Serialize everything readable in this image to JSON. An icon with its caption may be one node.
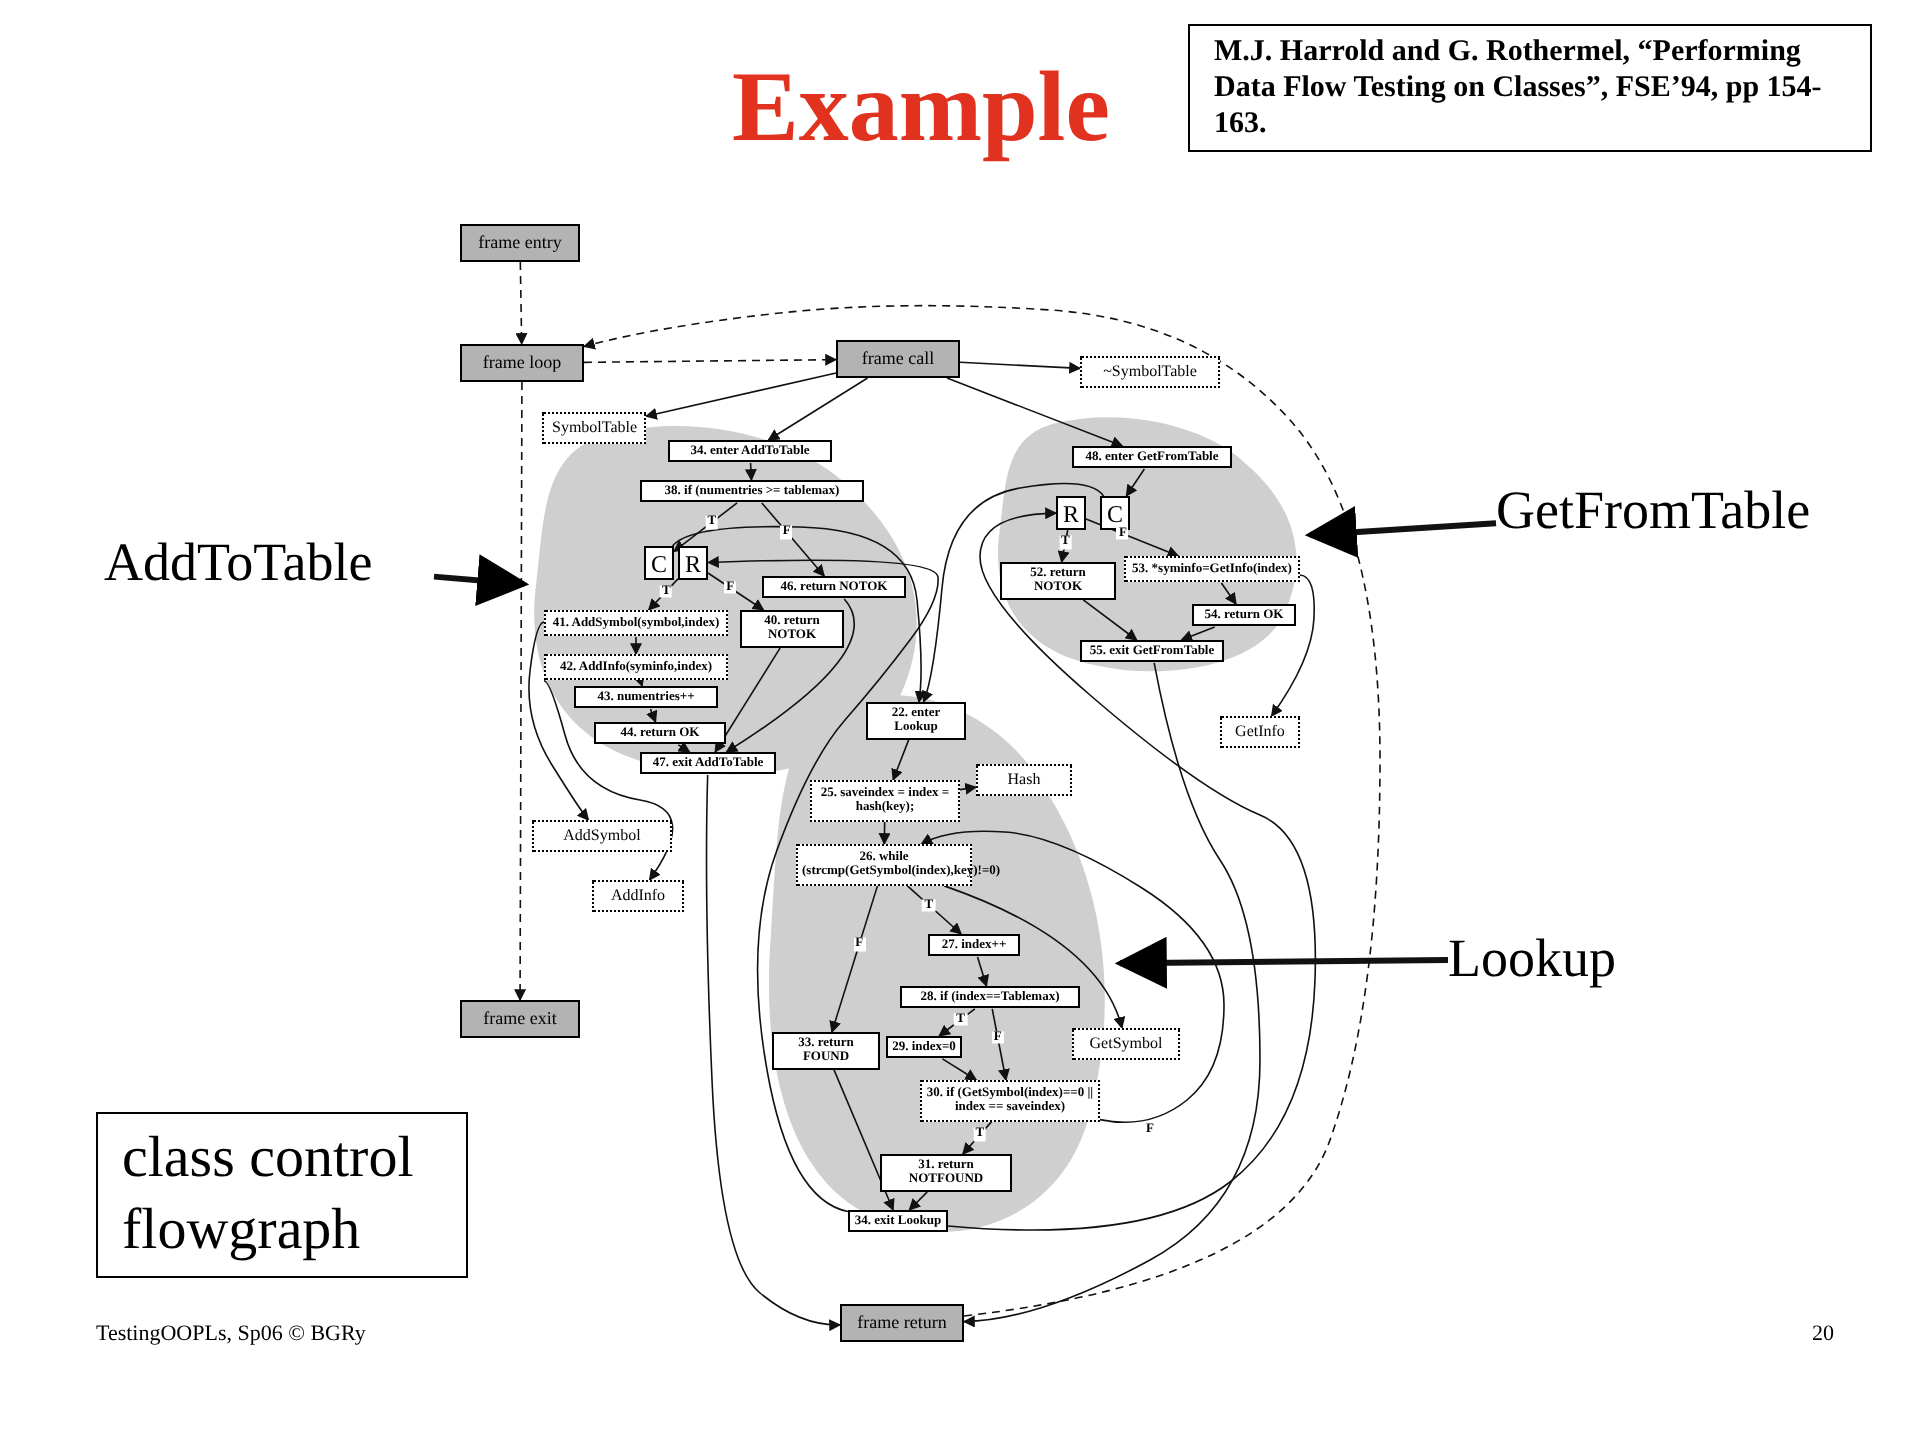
{
  "diagram": {
    "title": "Example",
    "nodes": [
      {
        "text": [
          "M.J. Harrold and G. Rothermel, “Performing Data Flow Testing on Classes”, FSE’94, pp 154-163."
        ]
      },
      {
        "text": [
          "class control flowgraph"
        ]
      },
      {
        "text": [
          "AddToTable"
        ]
      },
      {
        "text": [
          "GetFromTable"
        ]
      },
      {
        "text": [
          "Lookup"
        ]
      },
      {
        "text": [],
        "shape": "cloud"
      },
      {
        "text": [],
        "shape": "cloud"
      },
      {
        "text": [],
        "shape": "cloud"
      },
      {
        "text": [
          "frame entry"
        ]
      },
      {
        "text": [
          "frame loop"
        ]
      },
      {
        "text": [
          "frame call"
        ]
      },
      {
        "text": [
          "~SymbolTable"
        ]
      },
      {
        "text": [
          "SymbolTable"
        ]
      },
      {
        "text": [
          "34. enter AddToTable"
        ],
        "in": 5
      },
      {
        "text": [
          "38. if (numentries >= tablemax)"
        ],
        "in": 5
      },
      {
        "text": [
          "C"
        ],
        "in": 5
      },
      {
        "text": [
          "R"
        ],
        "in": 5
      },
      {
        "text": [
          "46. return NOTOK"
        ],
        "in": 5
      },
      {
        "text": [
          "41. AddSymbol(symbol,index)"
        ],
        "in": 5
      },
      {
        "text": [
          "40. return NOTOK"
        ],
        "in": 5
      },
      {
        "text": [
          "42. AddInfo(syminfo,index)"
        ],
        "in": 5
      },
      {
        "text": [
          "43. numentries++"
        ],
        "in": 5
      },
      {
        "text": [
          "44. return OK"
        ],
        "in": 5
      },
      {
        "text": [
          "47. exit AddToTable"
        ],
        "in": 5
      },
      {
        "text": [
          "AddSymbol"
        ]
      },
      {
        "text": [
          "AddInfo"
        ]
      },
      {
        "text": [
          "48. enter GetFromTable"
        ],
        "in": 6
      },
      {
        "text": [
          "R"
        ],
        "in": 6
      },
      {
        "text": [
          "C"
        ],
        "in": 6
      },
      {
        "text": [
          "52. return NOTOK"
        ],
        "in": 6
      },
      {
        "text": [
          "53. *syminfo=GetInfo(index)"
        ],
        "in": 6
      },
      {
        "text": [
          "54. return OK"
        ],
        "in": 6
      },
      {
        "text": [
          "55. exit GetFromTable"
        ],
        "in": 6
      },
      {
        "text": [
          "GetInfo"
        ]
      },
      {
        "text": [
          "22. enter Lookup"
        ],
        "in": 7
      },
      {
        "text": [
          "25. saveindex = index = hash(key);"
        ],
        "in": 7
      },
      {
        "text": [
          "Hash"
        ],
        "in": 7
      },
      {
        "text": [
          "26. while (strcmp(GetSymbol(index),key)!=0)"
        ],
        "in": 7
      },
      {
        "text": [
          "27. index++"
        ],
        "in": 7
      },
      {
        "text": [
          "28. if (index==Tablemax)"
        ],
        "in": 7
      },
      {
        "text": [
          "29. index=0"
        ],
        "in": 7
      },
      {
        "text": [
          "33. return FOUND"
        ],
        "in": 7
      },
      {
        "text": [
          "30. if (GetSymbol(index)==0 || index == saveindex)"
        ],
        "in": 7
      },
      {
        "text": [
          "31. return NOTFOUND"
        ],
        "in": 7
      },
      {
        "text": [
          "34. exit Lookup"
        ],
        "in": 7
      },
      {
        "text": [
          "GetSymbol"
        ]
      },
      {
        "text": [
          "frame exit"
        ]
      },
      {
        "text": [
          "frame return"
        ]
      }
    ],
    "edges": [
      {
        "from": 8,
        "to": 9,
        "arrow": "to",
        "style": "dashed"
      },
      {
        "from": 9,
        "to": 10,
        "arrow": "to",
        "style": "dashed"
      },
      {
        "from": 47,
        "to": 9,
        "arrow": "to",
        "style": "dashed"
      },
      {
        "from": 9,
        "to": 46,
        "arrow": "to",
        "style": "dashed"
      },
      {
        "from": 10,
        "to": 11,
        "arrow": "to"
      },
      {
        "from": 10,
        "to": 12,
        "arrow": "to"
      },
      {
        "from": 10,
        "to": 13,
        "arrow": "to"
      },
      {
        "from": 10,
        "to": 26,
        "arrow": "to"
      },
      {
        "from": 13,
        "to": 14,
        "arrow": "to"
      },
      {
        "from": 14,
        "to": 15,
        "arrow": "to",
        "label": "T"
      },
      {
        "from": 14,
        "to": 17,
        "arrow": "to",
        "label": "F"
      },
      {
        "from": 15,
        "to": 34,
        "arrow": "to"
      },
      {
        "from": 44,
        "to": 16,
        "arrow": "to"
      },
      {
        "from": 16,
        "to": 18,
        "arrow": "to",
        "label": "T"
      },
      {
        "from": 16,
        "to": 19,
        "arrow": "to",
        "label": "F"
      },
      {
        "from": 18,
        "to": 20,
        "arrow": "to"
      },
      {
        "from": 20,
        "to": 21,
        "arrow": "to"
      },
      {
        "from": 21,
        "to": 22,
        "arrow": "to"
      },
      {
        "from": 22,
        "to": 23,
        "arrow": "to"
      },
      {
        "from": 19,
        "to": 23,
        "arrow": "to"
      },
      {
        "from": 17,
        "to": 23,
        "arrow": "to"
      },
      {
        "from": 18,
        "to": 24,
        "arrow": "to"
      },
      {
        "from": 20,
        "to": 25,
        "arrow": "to"
      },
      {
        "from": 23,
        "to": 47,
        "arrow": "to"
      },
      {
        "from": 26,
        "to": 28,
        "arrow": "to"
      },
      {
        "from": 28,
        "to": 34,
        "arrow": "to"
      },
      {
        "from": 44,
        "to": 27,
        "arrow": "to"
      },
      {
        "from": 27,
        "to": 29,
        "arrow": "to",
        "label": "T"
      },
      {
        "from": 27,
        "to": 30,
        "arrow": "to",
        "label": "F"
      },
      {
        "from": 30,
        "to": 31,
        "arrow": "to"
      },
      {
        "from": 29,
        "to": 32,
        "arrow": "to"
      },
      {
        "from": 31,
        "to": 32,
        "arrow": "to"
      },
      {
        "from": 30,
        "to": 33,
        "arrow": "to"
      },
      {
        "from": 32,
        "to": 47,
        "arrow": "to"
      },
      {
        "from": 34,
        "to": 35,
        "arrow": "to"
      },
      {
        "from": 35,
        "to": 36,
        "arrow": "to"
      },
      {
        "from": 35,
        "to": 37,
        "arrow": "to"
      },
      {
        "from": 37,
        "to": 38,
        "arrow": "to",
        "label": "T"
      },
      {
        "from": 37,
        "to": 41,
        "arrow": "to",
        "label": "F"
      },
      {
        "from": 38,
        "to": 39,
        "arrow": "to"
      },
      {
        "from": 39,
        "to": 40,
        "arrow": "to",
        "label": "T"
      },
      {
        "from": 39,
        "to": 42,
        "arrow": "to",
        "label": "F"
      },
      {
        "from": 40,
        "to": 42,
        "arrow": "to"
      },
      {
        "from": 42,
        "to": 43,
        "arrow": "to",
        "label": "T"
      },
      {
        "from": 42,
        "to": 37,
        "arrow": "to",
        "label": "F"
      },
      {
        "from": 37,
        "to": 45,
        "arrow": "to"
      },
      {
        "from": 41,
        "to": 44,
        "arrow": "to"
      },
      {
        "from": 43,
        "to": 44,
        "arrow": "to"
      },
      {
        "from": 2,
        "to": 5,
        "arrow": "to",
        "style": "thick"
      },
      {
        "from": 3,
        "to": 6,
        "arrow": "to",
        "style": "thick"
      },
      {
        "from": 4,
        "to": 7,
        "arrow": "to",
        "style": "thick"
      }
    ],
    "labels": [
      "TestingOOPLs, Sp06 © BGRy",
      "20"
    ]
  }
}
